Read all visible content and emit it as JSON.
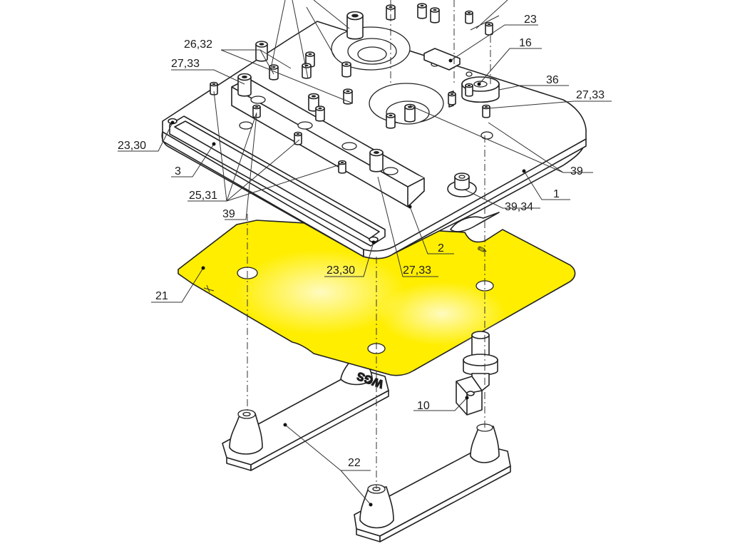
{
  "diagram": {
    "colors": {
      "highlight_part": "#ffee00",
      "line": "#222222",
      "background": "#ffffff"
    },
    "callouts": [
      {
        "id": "c-23",
        "label": "23"
      },
      {
        "id": "c-26-32",
        "label": "26,32"
      },
      {
        "id": "c-16",
        "label": "16"
      },
      {
        "id": "c-27-33-a",
        "label": "27,33"
      },
      {
        "id": "c-36",
        "label": "36"
      },
      {
        "id": "c-27-33-b",
        "label": "27,33"
      },
      {
        "id": "c-23-30-a",
        "label": "23,30"
      },
      {
        "id": "c-39-a",
        "label": "39"
      },
      {
        "id": "c-3",
        "label": "3"
      },
      {
        "id": "c-1",
        "label": "1"
      },
      {
        "id": "c-25-31",
        "label": "25,31"
      },
      {
        "id": "c-39-34",
        "label": "39,34"
      },
      {
        "id": "c-39-b",
        "label": "39"
      },
      {
        "id": "c-2",
        "label": "2"
      },
      {
        "id": "c-23-30-b",
        "label": "23,30"
      },
      {
        "id": "c-27-33-c",
        "label": "27,33"
      },
      {
        "id": "c-21",
        "label": "21"
      },
      {
        "id": "c-10",
        "label": "10"
      },
      {
        "id": "c-22",
        "label": "22"
      }
    ],
    "engraving": "WGS"
  }
}
